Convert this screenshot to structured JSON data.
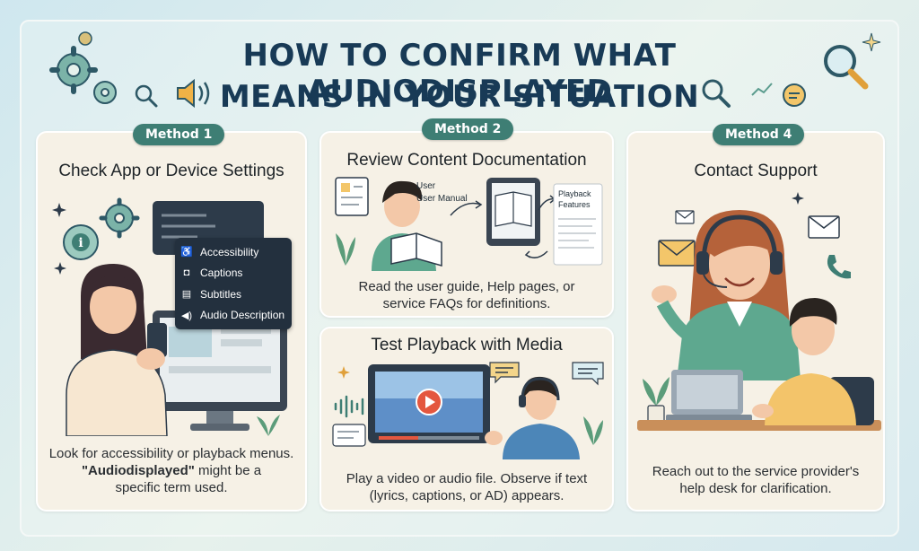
{
  "title": {
    "line1": "HOW TO CONFIRM WHAT AUDIODISPLAYED",
    "line2": "MEANS IN YOUR SITUATION"
  },
  "methods": [
    {
      "badge": "Method 1",
      "title": "Check App or Device Settings",
      "desc_line1": "Look for accessibility or playback menus.",
      "desc_bold": "\"Audiodisplayed\"",
      "desc_line2_rest": " might be a",
      "desc_line3": "specific term used.",
      "menu": [
        {
          "icon": "accessibility-icon",
          "label": "Accessibility"
        },
        {
          "icon": "captions-icon",
          "label": "Captions"
        },
        {
          "icon": "subtitles-icon",
          "label": "Subtitles"
        },
        {
          "icon": "audio-description-icon",
          "label": "Audio Description"
        }
      ]
    },
    {
      "badge": "Method 2",
      "title": "Review Content Documentation",
      "desc_line1": "Read the user guide, Help pages, or",
      "desc_line2": "service FAQs for definitions.",
      "labels": {
        "user": "User",
        "manual": "User Manual",
        "playback": "Playback",
        "features": "Features"
      }
    },
    {
      "title": "Test Playback with Media",
      "desc_line1": "Play a video or audio file. Observe if text",
      "desc_line2": "(lyrics, captions, or AD) appears."
    },
    {
      "badge": "Method 4",
      "title": "Contact Support",
      "desc_line1": "Reach out to the service provider's",
      "desc_line2": "help desk for clarification."
    }
  ],
  "colors": {
    "title": "#183a56",
    "badge": "#3e7e74",
    "card": "#f6f1e6",
    "menu": "#23303e"
  }
}
